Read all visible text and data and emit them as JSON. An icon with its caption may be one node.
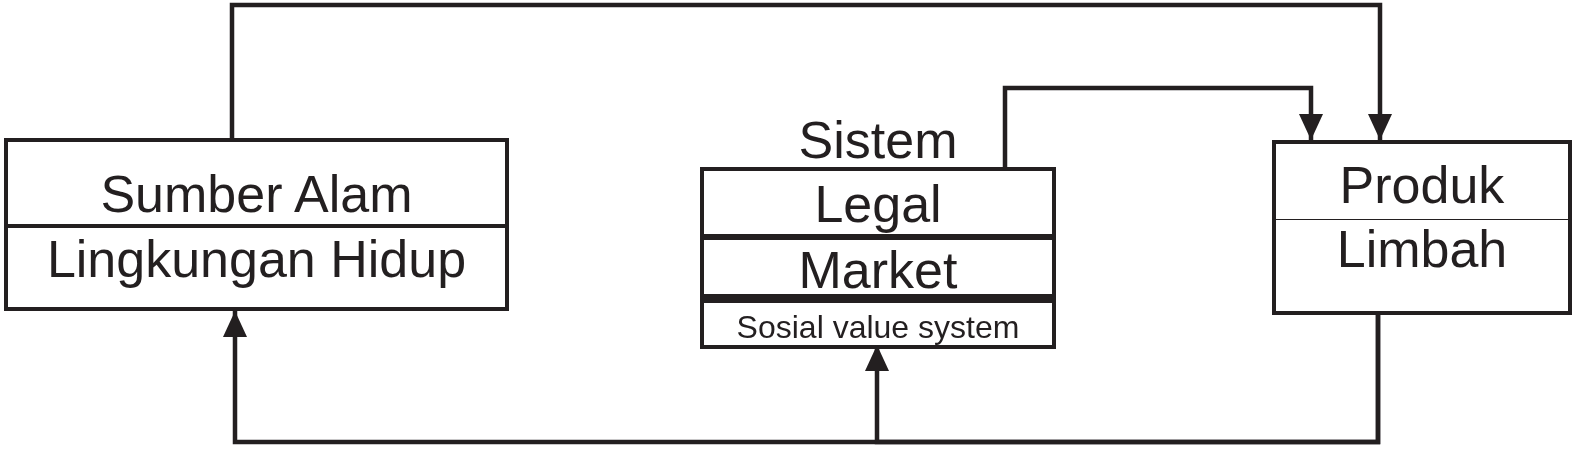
{
  "diagram": {
    "nodes": [
      {
        "text": [
          "Sumber Alam",
          "Lingkungan Hidup"
        ]
      },
      {
        "text": [
          "Sistem"
        ]
      },
      {
        "text": [
          "Legal"
        ],
        "in": 1
      },
      {
        "text": [
          "Market"
        ],
        "in": 1
      },
      {
        "text": [
          "Sosial value system"
        ],
        "in": 1
      },
      {
        "text": [
          "Produk",
          "Limbah"
        ]
      }
    ],
    "edges": [
      {
        "from": 0,
        "to": 5,
        "arrow": "to"
      },
      {
        "from": 1,
        "to": 5,
        "arrow": "to"
      },
      {
        "from": 5,
        "to": 0,
        "arrow": "to"
      },
      {
        "from": 5,
        "to": 4,
        "arrow": "to"
      }
    ]
  }
}
